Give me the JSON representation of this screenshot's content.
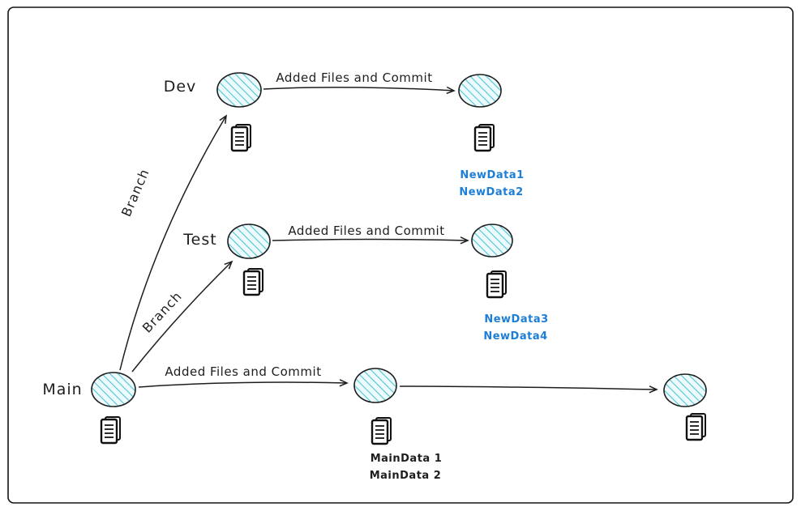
{
  "diagram": {
    "branches": {
      "dev": {
        "name": "Dev",
        "commit_arrow_label": "Added Files and Commit",
        "new_data": [
          "NewData1",
          "NewData2"
        ]
      },
      "test": {
        "name": "Test",
        "commit_arrow_label": "Added Files and Commit",
        "new_data": [
          "NewData3",
          "NewData4"
        ]
      },
      "main": {
        "name": "Main",
        "commit_arrow_label": "Added Files and Commit",
        "new_data": [
          "MainData 1",
          "MainData 2"
        ]
      }
    },
    "branch_arrows": {
      "main_to_dev": "Branch",
      "main_to_test": "Branch"
    },
    "colors": {
      "node_fill": "#eefbfd",
      "node_hachure": "#4fc4d6",
      "stroke": "#1e1e1e",
      "blue_text": "#1c7ed6",
      "black_text": "#1e1e1e"
    }
  }
}
